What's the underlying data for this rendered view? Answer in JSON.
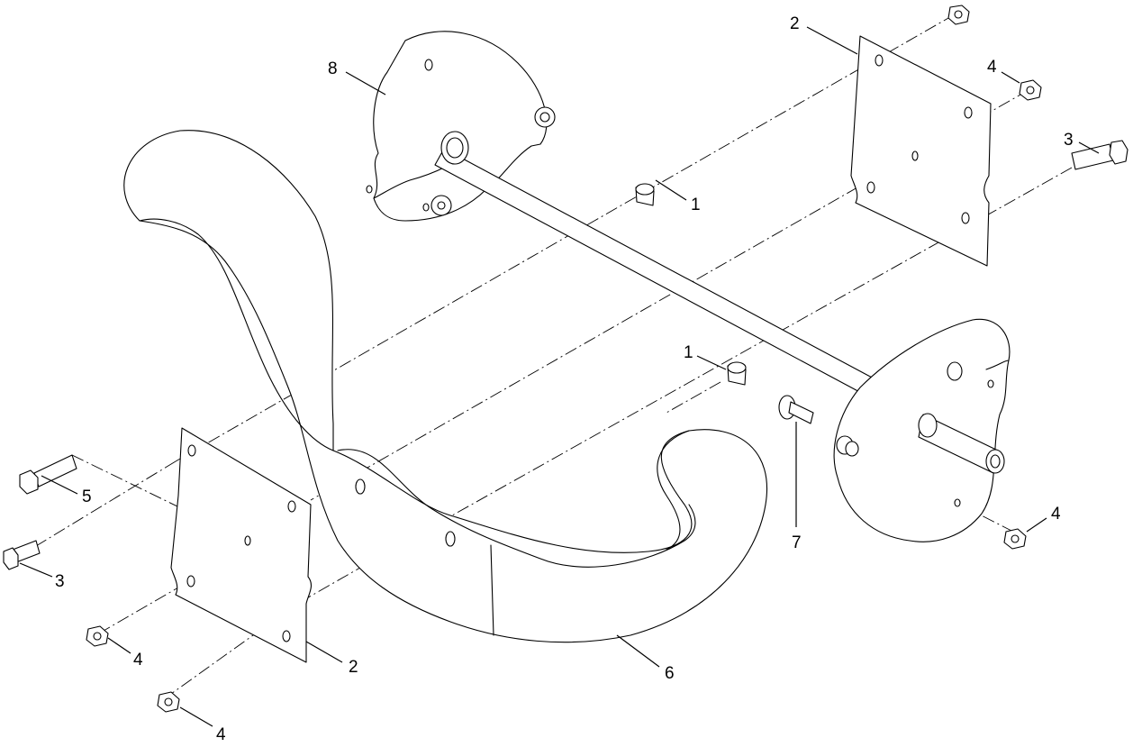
{
  "callouts": [
    {
      "id": "c2-top",
      "label": "2"
    },
    {
      "id": "c8",
      "label": "8"
    },
    {
      "id": "c4-top",
      "label": "4"
    },
    {
      "id": "c3-right",
      "label": "3"
    },
    {
      "id": "c1-top",
      "label": "1"
    },
    {
      "id": "c1-mid",
      "label": "1"
    },
    {
      "id": "c7",
      "label": "7"
    },
    {
      "id": "c4-right",
      "label": "4"
    },
    {
      "id": "c5",
      "label": "5"
    },
    {
      "id": "c3-left",
      "label": "3"
    },
    {
      "id": "c4-left",
      "label": "4"
    },
    {
      "id": "c2-bottom",
      "label": "2"
    },
    {
      "id": "c6",
      "label": "6"
    },
    {
      "id": "c4-bottom",
      "label": "4"
    }
  ],
  "colors": {
    "line": "#000000",
    "background": "#ffffff"
  }
}
